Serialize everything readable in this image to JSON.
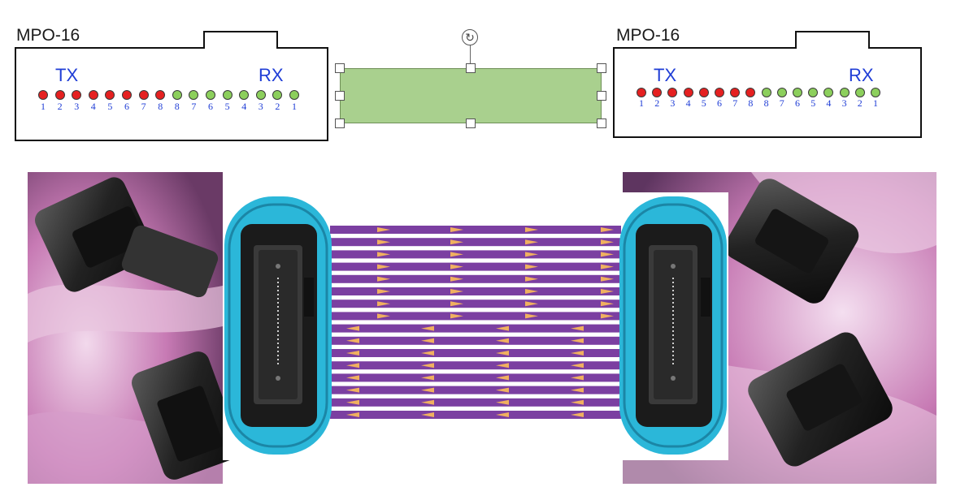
{
  "left_connector": {
    "title": "MPO-16",
    "tx_label": "TX",
    "rx_label": "RX",
    "pins": [
      {
        "num": "1",
        "color": "#e52020"
      },
      {
        "num": "2",
        "color": "#e52020"
      },
      {
        "num": "3",
        "color": "#e52020"
      },
      {
        "num": "4",
        "color": "#e52020"
      },
      {
        "num": "5",
        "color": "#e52020"
      },
      {
        "num": "6",
        "color": "#e52020"
      },
      {
        "num": "7",
        "color": "#e52020"
      },
      {
        "num": "8",
        "color": "#e52020"
      },
      {
        "num": "8",
        "color": "#8ccf5c"
      },
      {
        "num": "7",
        "color": "#8ccf5c"
      },
      {
        "num": "6",
        "color": "#8ccf5c"
      },
      {
        "num": "5",
        "color": "#8ccf5c"
      },
      {
        "num": "4",
        "color": "#8ccf5c"
      },
      {
        "num": "3",
        "color": "#8ccf5c"
      },
      {
        "num": "2",
        "color": "#8ccf5c"
      },
      {
        "num": "1",
        "color": "#8ccf5c"
      }
    ]
  },
  "right_connector": {
    "title": "MPO-16",
    "tx_label": "TX",
    "rx_label": "RX",
    "pins": [
      {
        "num": "1",
        "color": "#e52020"
      },
      {
        "num": "2",
        "color": "#e52020"
      },
      {
        "num": "3",
        "color": "#e52020"
      },
      {
        "num": "4",
        "color": "#e52020"
      },
      {
        "num": "5",
        "color": "#e52020"
      },
      {
        "num": "6",
        "color": "#e52020"
      },
      {
        "num": "7",
        "color": "#e52020"
      },
      {
        "num": "8",
        "color": "#e52020"
      },
      {
        "num": "8",
        "color": "#8ccf5c"
      },
      {
        "num": "7",
        "color": "#8ccf5c"
      },
      {
        "num": "6",
        "color": "#8ccf5c"
      },
      {
        "num": "5",
        "color": "#8ccf5c"
      },
      {
        "num": "4",
        "color": "#8ccf5c"
      },
      {
        "num": "3",
        "color": "#8ccf5c"
      },
      {
        "num": "2",
        "color": "#8ccf5c"
      },
      {
        "num": "1",
        "color": "#8ccf5c"
      }
    ]
  },
  "selected_shape": {
    "fill": "#a9d08e"
  },
  "fiber_illustration": {
    "fiber_color": "#7b3fa1",
    "arrow_color": "#f0b060",
    "connector_color": "#2bb7d9",
    "cable_color": "#c77ab4",
    "tx_direction": "right",
    "rx_direction": "left",
    "fiber_count": 16
  }
}
